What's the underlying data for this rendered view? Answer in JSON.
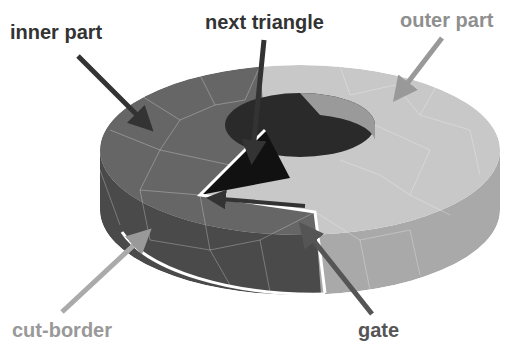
{
  "diagram": {
    "labels": [
      "inner part",
      "next triangle",
      "outer part",
      "cut-border",
      "gate"
    ]
  }
}
